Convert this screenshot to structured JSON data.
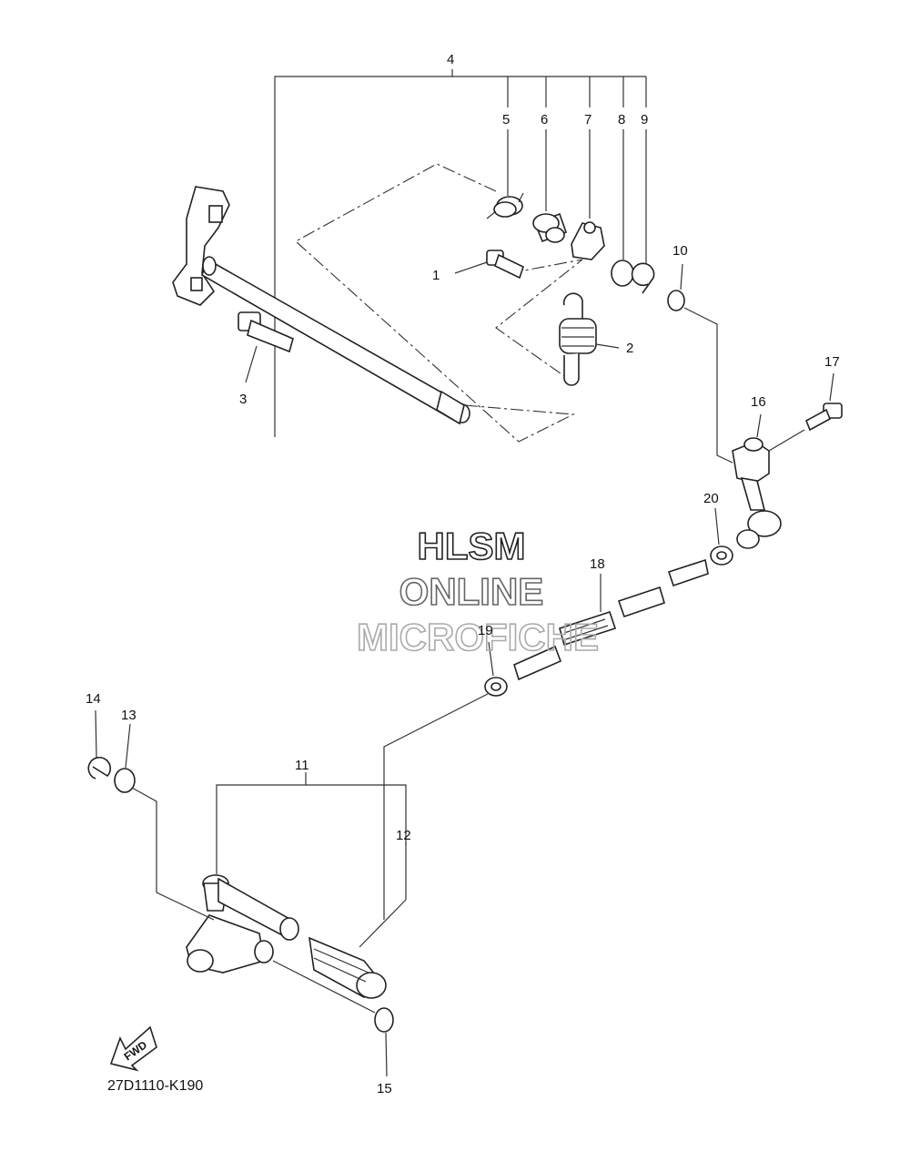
{
  "diagram_code": "27D1110-K190",
  "watermark": {
    "line1": "HLSM",
    "line2": "ONLINE",
    "line3": "MICROFICHE"
  },
  "fwd_label": "FWD",
  "callouts": {
    "c1": "1",
    "c2": "2",
    "c3": "3",
    "c4": "4",
    "c5": "5",
    "c6": "6",
    "c7": "7",
    "c8": "8",
    "c9": "9",
    "c10": "10",
    "c11": "11",
    "c12": "12",
    "c13": "13",
    "c14": "14",
    "c15": "15",
    "c16": "16",
    "c17": "17",
    "c18": "18",
    "c19": "19",
    "c20": "20"
  },
  "colors": {
    "line": "#222222",
    "watermark_1": "#222222",
    "watermark_2": "#666666",
    "watermark_3": "#aaaaaa"
  }
}
